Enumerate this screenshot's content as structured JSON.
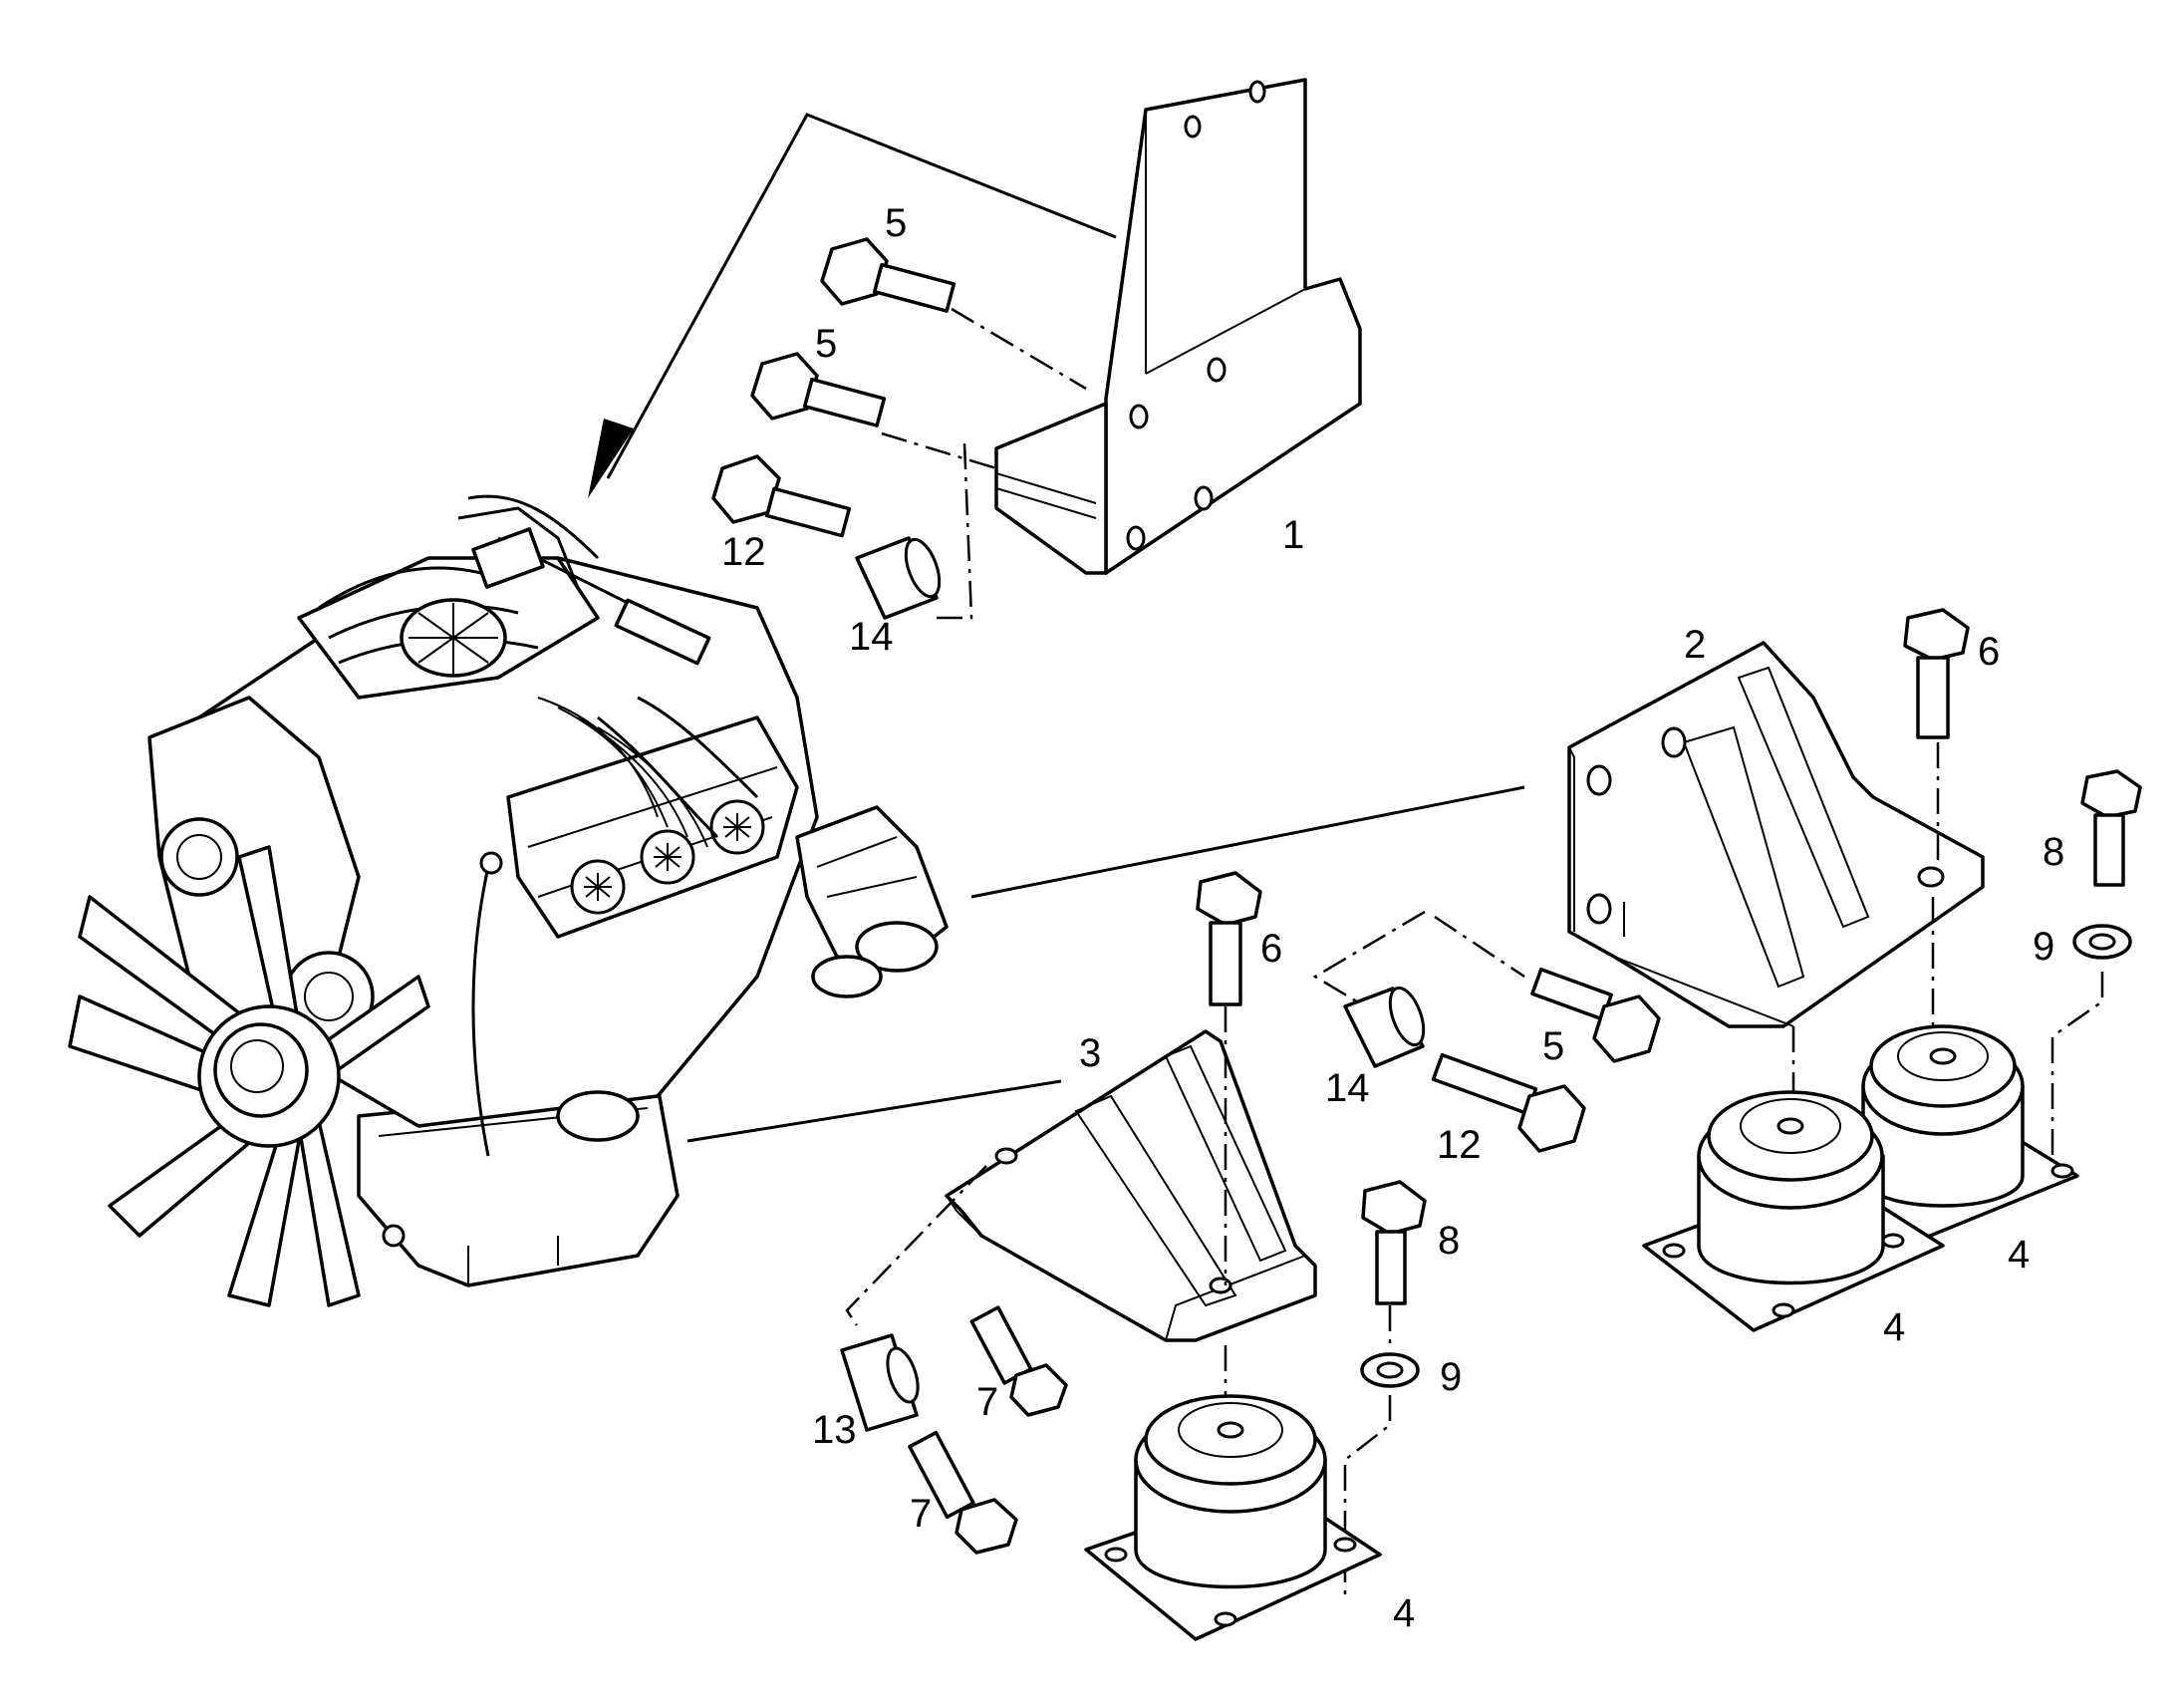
{
  "diagram": {
    "callouts": {
      "c1": "1",
      "c2": "2",
      "c3": "3",
      "c4a": "4",
      "c4b": "4",
      "c4c": "4",
      "c5a": "5",
      "c5b": "5",
      "c5c": "5",
      "c6a": "6",
      "c6b": "6",
      "c7a": "7",
      "c7b": "7",
      "c8a": "8",
      "c8b": "8",
      "c9a": "9",
      "c9b": "9",
      "c12a": "12",
      "c12b": "12",
      "c13": "13",
      "c14a": "14",
      "c14b": "14"
    }
  }
}
